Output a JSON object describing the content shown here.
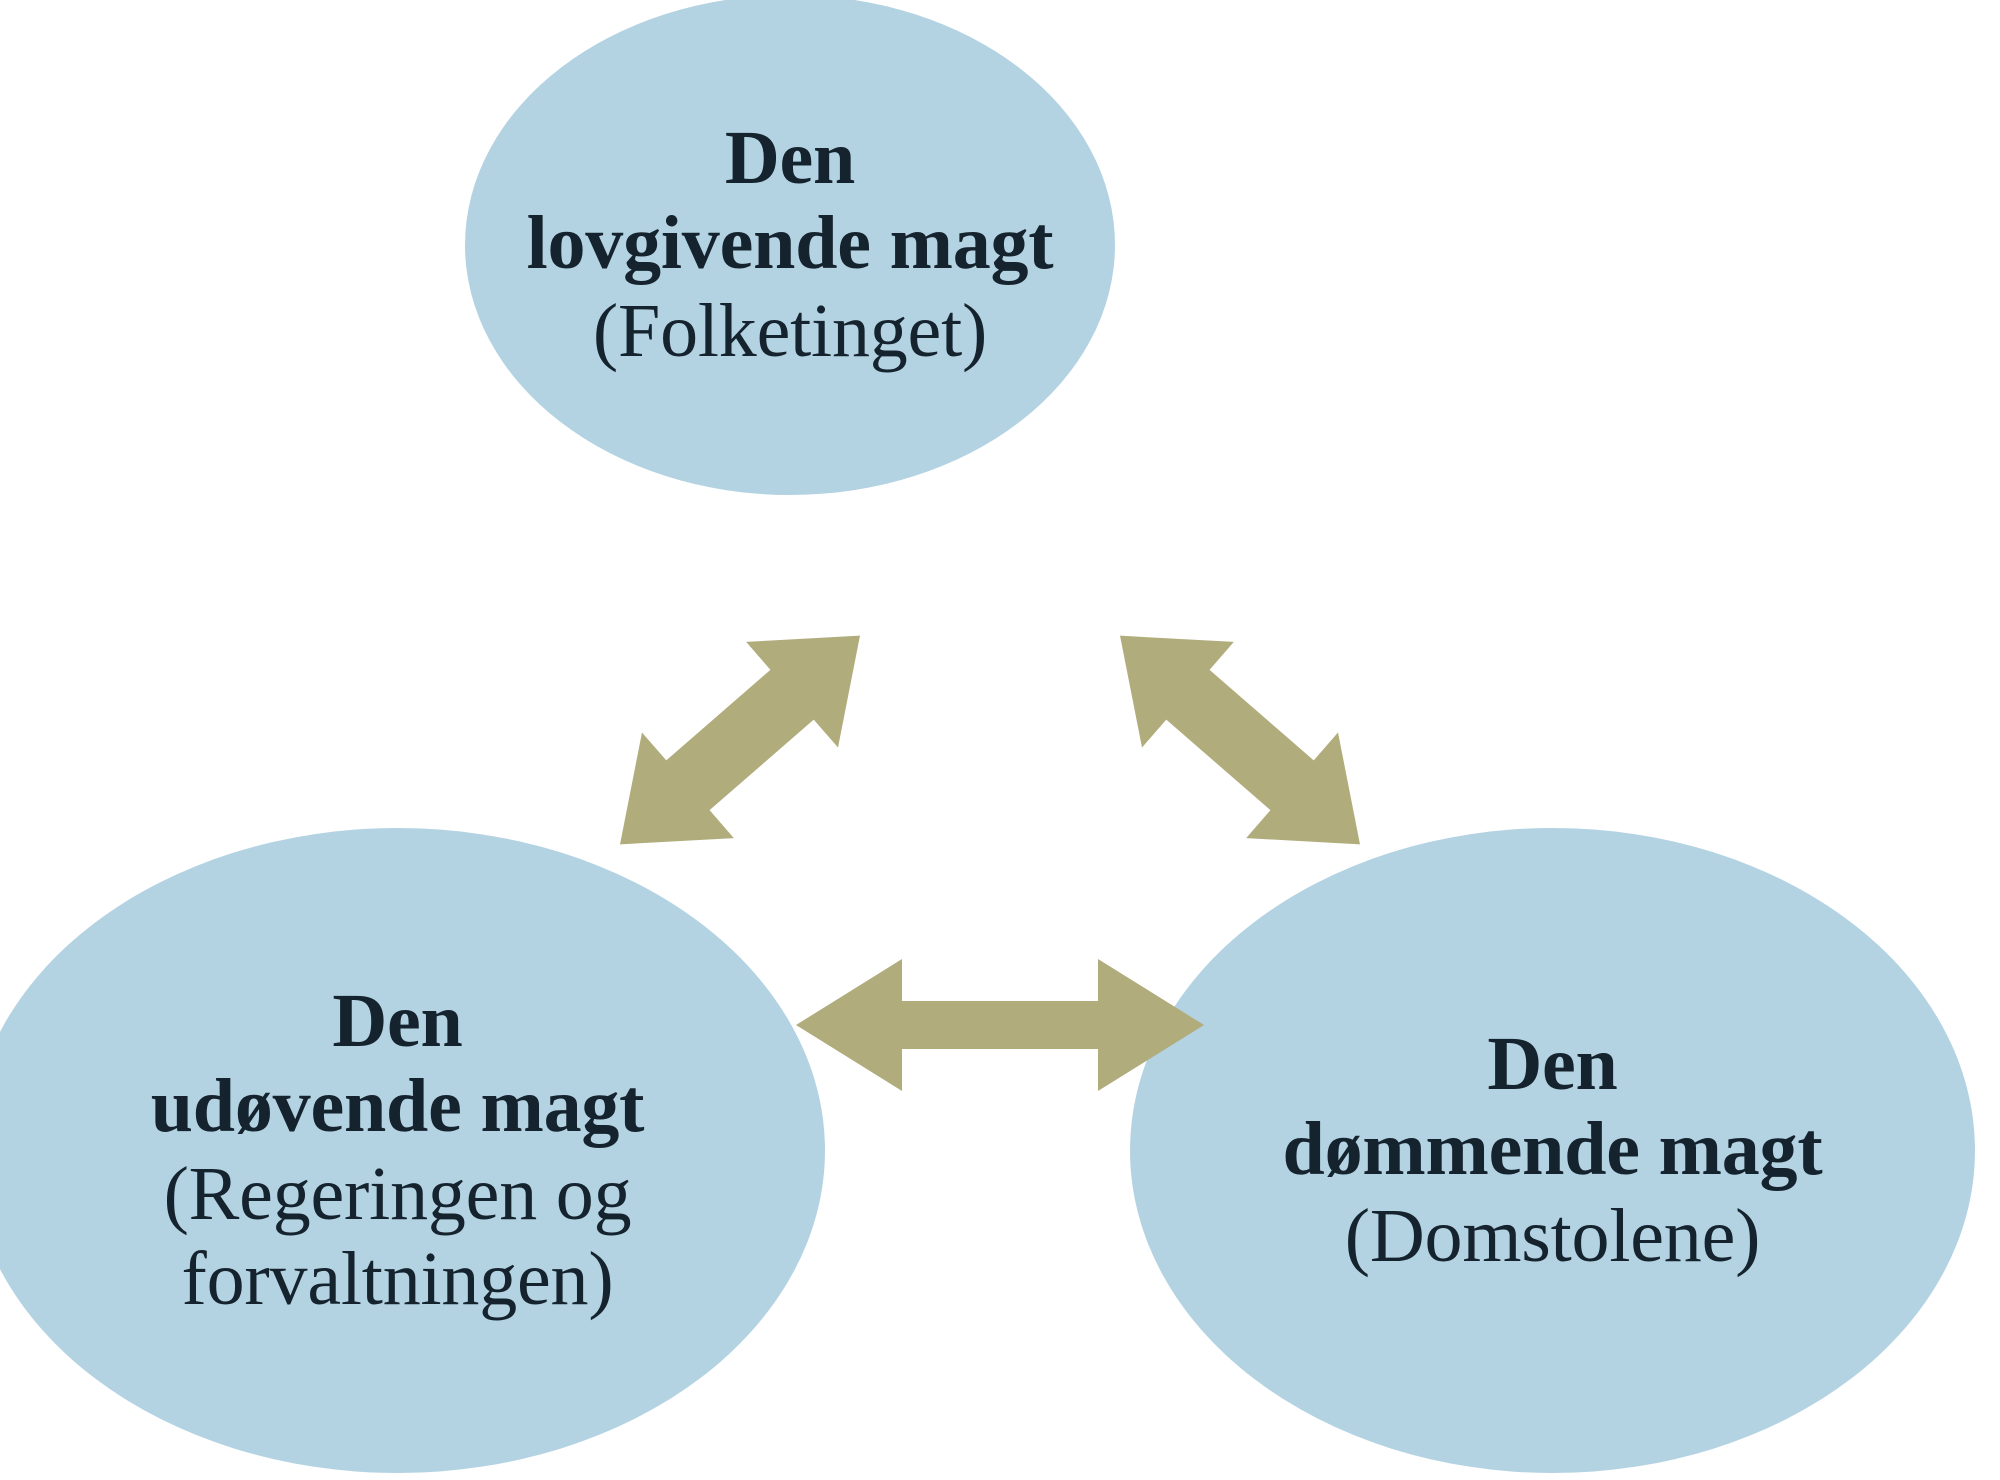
{
  "diagram": {
    "type": "triangle-relationship",
    "background_color": "#ffffff",
    "node_fill_color": "#b3d3e3",
    "arrow_color": "#b0ac7b",
    "text_color": "#15232e",
    "nodes": [
      {
        "id": "legislative",
        "title": "Den\nlovgivende magt",
        "subtitle": "(Folketinget)",
        "position": "top"
      },
      {
        "id": "executive",
        "title": "Den\nudøvende magt",
        "subtitle": "(Regeringen og\nforvaltningen)",
        "position": "bottom-left"
      },
      {
        "id": "judicial",
        "title": "Den\ndømmende magt",
        "subtitle": "(Domstolene)",
        "position": "bottom-right"
      }
    ],
    "arrows": [
      {
        "id": "legislative-executive",
        "icon": "double-headed-arrow-diagonal-up-right",
        "from": "executive",
        "to": "legislative"
      },
      {
        "id": "legislative-judicial",
        "icon": "double-headed-arrow-diagonal-down-right",
        "from": "legislative",
        "to": "judicial"
      },
      {
        "id": "executive-judicial",
        "icon": "double-headed-arrow-horizontal",
        "from": "executive",
        "to": "judicial"
      }
    ]
  }
}
